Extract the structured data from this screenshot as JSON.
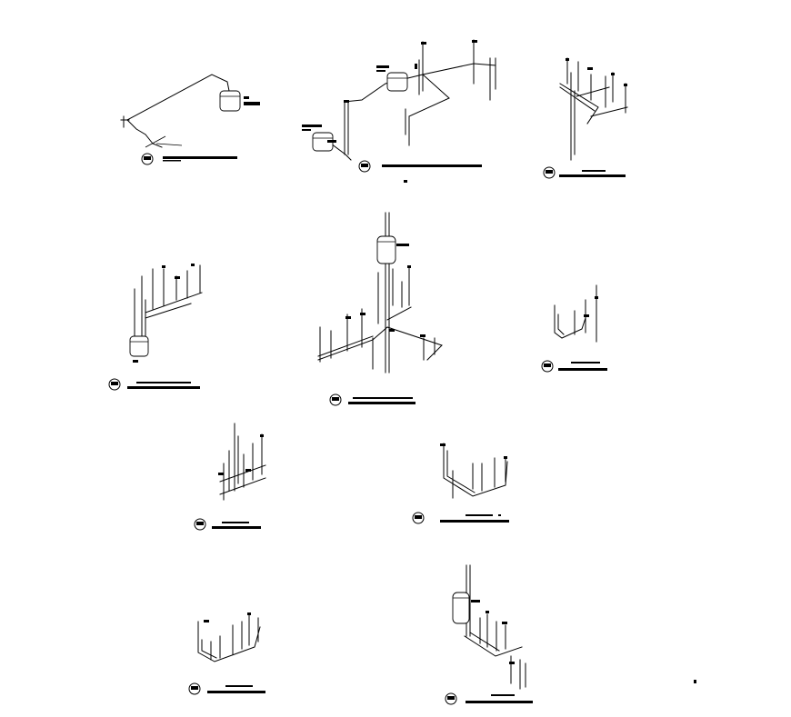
{
  "drawing": {
    "kind": "isometric plumbing riser diagrams",
    "ink_color": "#000000",
    "paper_color": "#ffffff",
    "note": ""
  },
  "views": [
    {
      "id": "view-1",
      "label": ""
    },
    {
      "id": "view-2",
      "label": ""
    },
    {
      "id": "view-3",
      "label": ""
    },
    {
      "id": "view-4",
      "label": ""
    },
    {
      "id": "view-5",
      "label": ""
    },
    {
      "id": "view-6",
      "label": ""
    },
    {
      "id": "view-7",
      "label": ""
    },
    {
      "id": "view-8",
      "label": ""
    },
    {
      "id": "view-9",
      "label": ""
    },
    {
      "id": "view-10",
      "label": ""
    }
  ]
}
